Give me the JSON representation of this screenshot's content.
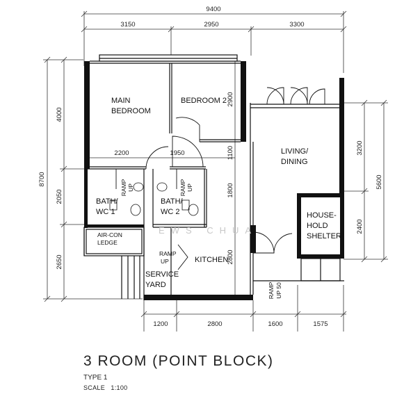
{
  "plan": {
    "dimensions": {
      "overall_width": "9400",
      "top": [
        "3150",
        "2950",
        "3300"
      ],
      "bottom": [
        "1200",
        "2800",
        "1600",
        "1575"
      ],
      "overall_height": "8700",
      "left": [
        "4000",
        "2050",
        "2650"
      ],
      "right_outer": "5600",
      "right": [
        "3200",
        "2400"
      ],
      "interior": [
        "2200",
        "1950",
        "2900",
        "1100",
        "1800",
        "2800"
      ]
    },
    "rooms": {
      "main_bedroom": [
        "MAIN",
        "BEDROOM"
      ],
      "bedroom2": "BEDROOM 2",
      "living": [
        "LIVING/",
        "DINING"
      ],
      "bath1": [
        "BATH/",
        "WC 1"
      ],
      "bath2": [
        "BATH/",
        "WC 2"
      ],
      "shelter": [
        "HOUSE-",
        "HOLD",
        "SHELTER"
      ],
      "aircon": [
        "AIR-CON",
        "LEDGE"
      ],
      "kitchen": "KITCHEN",
      "service": [
        "SERVICE",
        "YARD"
      ]
    },
    "ramps": {
      "ramp_label": "RAMP",
      "up_label": "UP",
      "up50_label": "UP 50"
    },
    "watermark": "EWS CHUA"
  },
  "title": "3 ROOM (POINT BLOCK)",
  "type": "TYPE 1",
  "scale_label": "SCALE",
  "scale_value": "1:100"
}
